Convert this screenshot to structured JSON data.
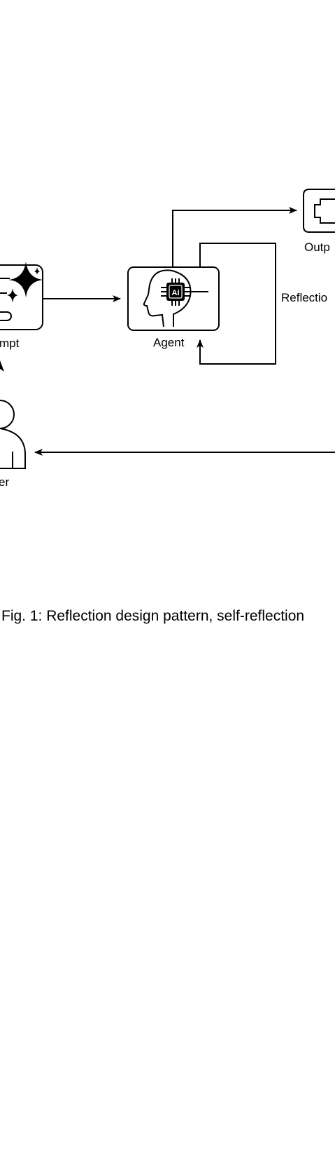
{
  "diagram": {
    "nodes": {
      "prompt": {
        "label": "mpt",
        "icon": "sparkle-prompt-icon"
      },
      "agent": {
        "label": "Agent",
        "icon": "ai-head-icon",
        "chip_text": "AI"
      },
      "output": {
        "label": "Outp",
        "icon": "output-document-icon"
      },
      "user": {
        "label": "er",
        "icon": "user-icon"
      }
    },
    "edges": {
      "reflection_label": "Reflectio"
    },
    "caption": "Fig. 1: Reflection design pattern, self-reflection"
  },
  "colors": {
    "stroke": "#000000",
    "background": "#ffffff"
  }
}
